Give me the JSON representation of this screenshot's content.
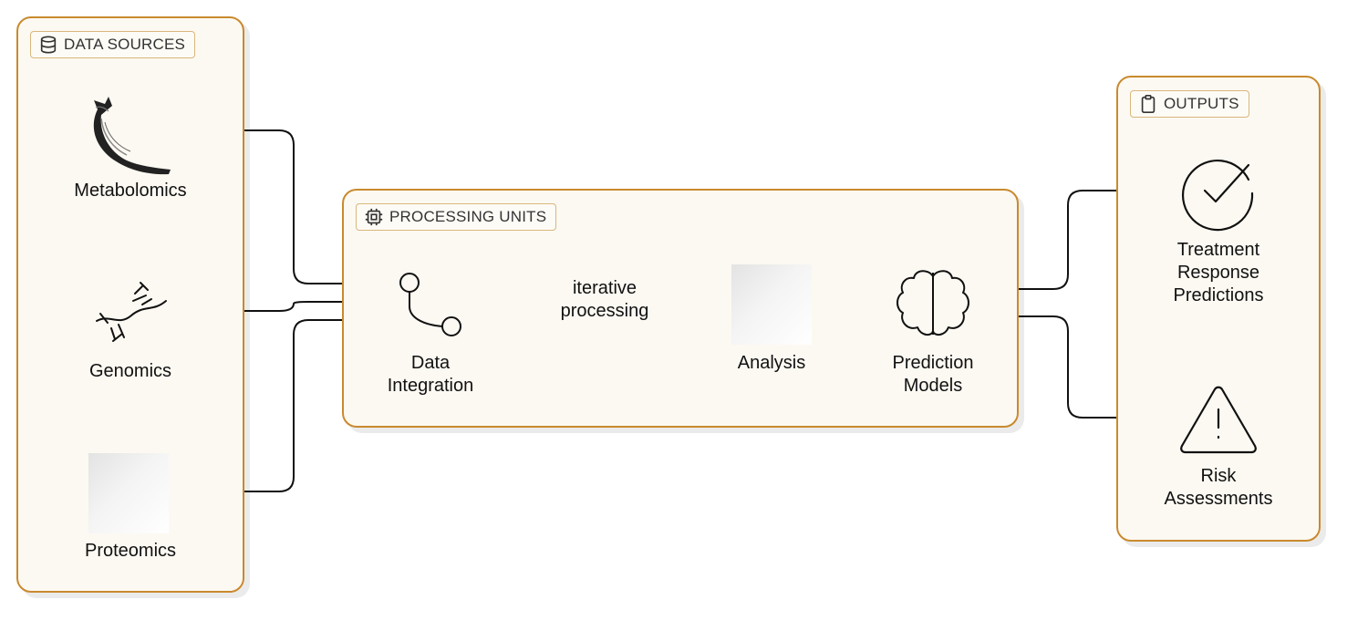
{
  "groups": {
    "data_sources": {
      "title": "DATA SOURCES",
      "icon": "database-icon"
    },
    "processing_units": {
      "title": "PROCESSING UNITS",
      "icon": "cpu-icon"
    },
    "outputs": {
      "title": "OUTPUTS",
      "icon": "clipboard-icon"
    }
  },
  "nodes": {
    "metabolomics": {
      "label": "Metabolomics",
      "icon": "horn-icon"
    },
    "genomics": {
      "label": "Genomics",
      "icon": "dna-icon"
    },
    "proteomics": {
      "label": "Proteomics",
      "icon": "image-placeholder"
    },
    "data_integration": {
      "label": "Data Integration",
      "icon": "merge-icon"
    },
    "analysis": {
      "label": "Analysis",
      "icon": "image-placeholder"
    },
    "prediction_models": {
      "label": "Prediction Models",
      "icon": "brain-icon"
    },
    "treatment_response": {
      "label": "Treatment Response Predictions",
      "icon": "check-circle-icon"
    },
    "risk_assessments": {
      "label": "Risk Assessments",
      "icon": "warning-triangle-icon"
    }
  },
  "edge_labels": {
    "iterative": "iterative processing"
  },
  "colors": {
    "group_border": "#c98a2e",
    "group_fill": "#fcf9f2",
    "edge": "#111111"
  }
}
